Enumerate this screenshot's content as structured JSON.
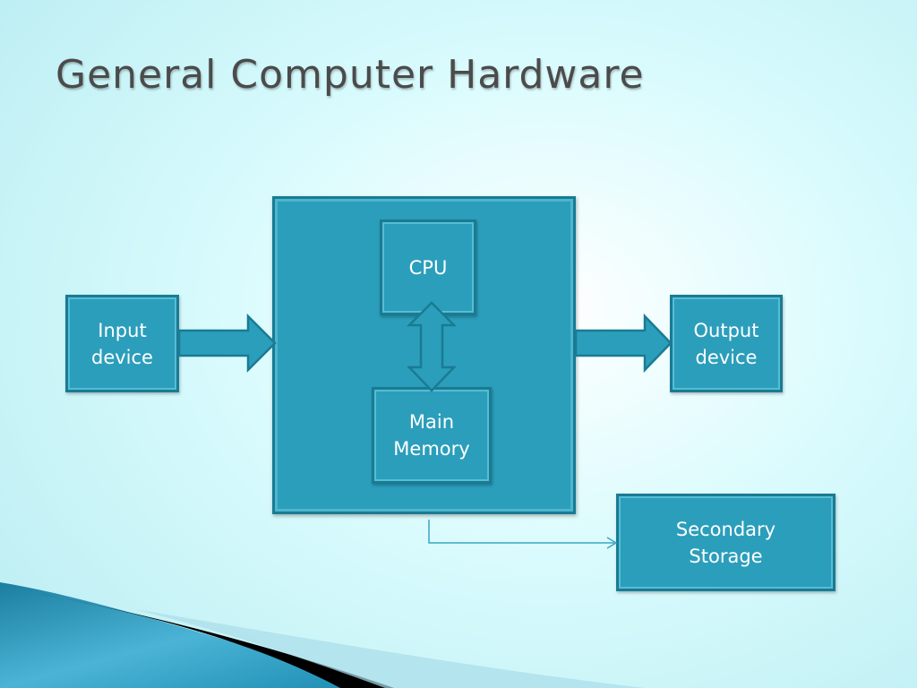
{
  "title": "General Computer Hardware",
  "nodes": {
    "cpu": "CPU",
    "main_memory": "Main\nMemory",
    "input_device": "Input\ndevice",
    "output_device": "Output\ndevice",
    "secondary_storage": "Secondary\nStorage"
  },
  "colors": {
    "box_fill": "#2b9ebb",
    "box_border": "#1a7b93",
    "title_text": "#4b4b4b",
    "connector": "#3aa6c4"
  }
}
